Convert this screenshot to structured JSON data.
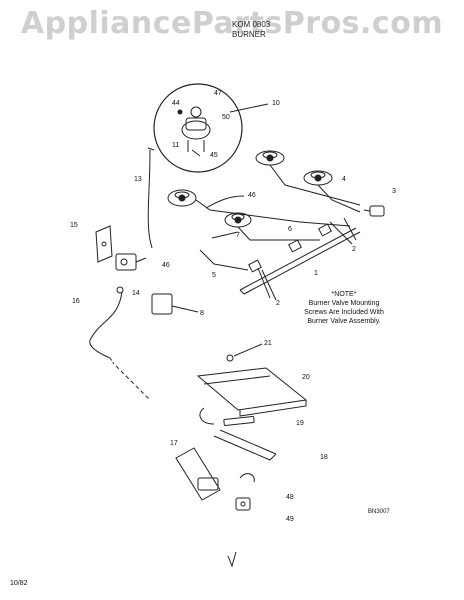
{
  "watermark": "AppliancePartsPros.com",
  "header": {
    "line1": "KOM 0803",
    "line2": "BURNER"
  },
  "note": {
    "title": "*NOTE*",
    "line1": "Burner Valve Mounting",
    "line2": "Screws Are Included With",
    "line3": "Burner Valve Assembly."
  },
  "callouts": {
    "c1": "1",
    "c2a": "2",
    "c2b": "2",
    "c3": "3",
    "c4": "4",
    "c5": "5",
    "c6": "6",
    "c7": "7",
    "c8": "8",
    "c10": "10",
    "c11": "11",
    "c13": "13",
    "c14": "14",
    "c15": "15",
    "c16": "16",
    "c17": "17",
    "c18": "18",
    "c19": "19",
    "c20": "20",
    "c21": "21",
    "c44": "44",
    "c45": "45",
    "c46a": "46",
    "c46b": "46",
    "c47": "47",
    "c48": "48",
    "c49": "49",
    "c50": "50"
  },
  "doc_code": "BN3007",
  "page_date": "10/82"
}
